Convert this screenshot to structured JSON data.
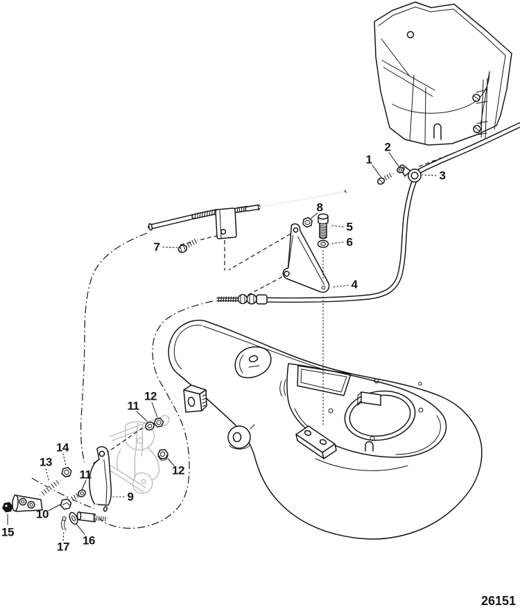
{
  "drawing": {
    "number": "26151",
    "callouts": [
      {
        "id": "callout-1",
        "label": "1"
      },
      {
        "id": "callout-2",
        "label": "2"
      },
      {
        "id": "callout-3",
        "label": "3"
      },
      {
        "id": "callout-4",
        "label": "4"
      },
      {
        "id": "callout-5",
        "label": "5"
      },
      {
        "id": "callout-6",
        "label": "6"
      },
      {
        "id": "callout-7",
        "label": "7"
      },
      {
        "id": "callout-8",
        "label": "8"
      },
      {
        "id": "callout-9",
        "label": "9"
      },
      {
        "id": "callout-10",
        "label": "10"
      },
      {
        "id": "callout-11-upper",
        "label": "11"
      },
      {
        "id": "callout-12-upper",
        "label": "12"
      },
      {
        "id": "callout-11-lower",
        "label": "11"
      },
      {
        "id": "callout-12-lower",
        "label": "12"
      },
      {
        "id": "callout-13",
        "label": "13"
      },
      {
        "id": "callout-14",
        "label": "14"
      },
      {
        "id": "callout-15",
        "label": "15"
      },
      {
        "id": "callout-16",
        "label": "16"
      },
      {
        "id": "callout-17",
        "label": "17"
      }
    ]
  },
  "colors": {
    "ink": "#141414",
    "ghost_line": "#b4b4b4",
    "background": "#ffffff"
  }
}
